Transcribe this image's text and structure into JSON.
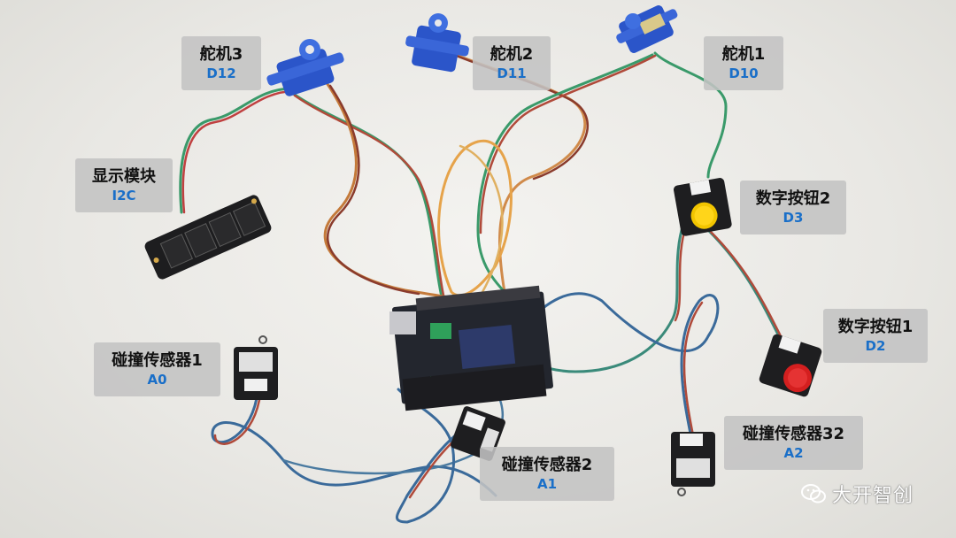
{
  "labels": {
    "servo3": {
      "name": "舵机3",
      "pin": "D12"
    },
    "servo2": {
      "name": "舵机2",
      "pin": "D11"
    },
    "servo1": {
      "name": "舵机1",
      "pin": "D10"
    },
    "display": {
      "name": "显示模块",
      "pin": "I2C"
    },
    "button2": {
      "name": "数字按钮2",
      "pin": "D3"
    },
    "button1": {
      "name": "数字按钮1",
      "pin": "D2"
    },
    "bump1": {
      "name": "碰撞传感器1",
      "pin": "A0"
    },
    "bump2": {
      "name": "碰撞传感器2",
      "pin": "A1"
    },
    "bump32": {
      "name": "碰撞传感器32",
      "pin": "A2"
    }
  },
  "watermark": {
    "text": "大开智创",
    "icon": "wechat-icon"
  },
  "colors": {
    "label_bg": "#c3c3c3",
    "pin_text": "#1a6fc8",
    "servo_blue": "#2b55c9",
    "button_yellow": "#f2c500",
    "button_red": "#d41f1f"
  }
}
